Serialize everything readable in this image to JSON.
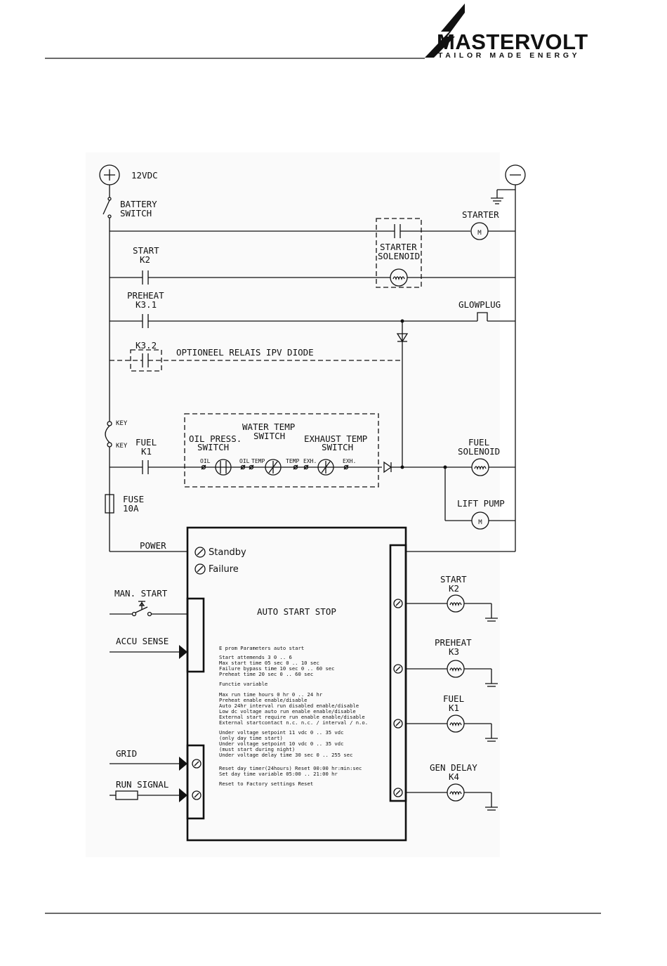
{
  "header": {
    "brand_name": "MASTERVOLT",
    "brand_tagline": "TAILOR MADE ENERGY"
  },
  "supply": {
    "plus_label": "12VDC",
    "battery_switch": [
      "BATTERY",
      "SWITCH"
    ]
  },
  "circuit": {
    "starter": "STARTER",
    "starter_solenoid": [
      "STARTER",
      "SOLENOID"
    ],
    "start_k2": [
      "START",
      "K2"
    ],
    "preheat_k31": [
      "PREHEAT",
      "K3.1"
    ],
    "glowplug": "GLOWPLUG",
    "k32": "K3.2",
    "optional_relay_note": "OPTIONEEL RELAIS IPV DIODE",
    "key_1": "KEY",
    "key_2": "KEY",
    "fuel_k1": [
      "FUEL",
      "K1"
    ],
    "water_temp_switch": [
      "WATER TEMP",
      "SWITCH"
    ],
    "oil_press_switch": [
      "OIL PRESS.",
      "SWITCH"
    ],
    "exhaust_temp_switch": [
      "EXHAUST TEMP",
      "SWITCH"
    ],
    "terminal_oil_1": "OIL",
    "terminal_oil_2": "OIL",
    "terminal_temp_1": "TEMP",
    "terminal_temp_2": "TEMP",
    "terminal_exh_1": "EXH.",
    "terminal_exh_2": "EXH.",
    "fuel_solenoid": [
      "FUEL",
      "SOLENOID"
    ],
    "lift_pump": "LIFT PUMP",
    "fuse": [
      "FUSE",
      "10A"
    ],
    "power": "POWER",
    "motor_symbol": "M"
  },
  "controller": {
    "title": "AUTO START STOP",
    "standby": "Standby",
    "failure": "Failure",
    "inputs": {
      "man_start": "MAN. START",
      "accu_sense": "ACCU SENSE",
      "grid": "GRID",
      "run_signal": "RUN SIGNAL"
    },
    "params": {
      "heading": "E prom Parameters   auto start",
      "block1": [
        "Start attemends      3       0 .. 6",
        "Max start time       05 sec  0 .. 10 sec",
        "Failure bypass time  10 sec  0 .. 60 sec",
        "Preheat time         20 sec  0 .. 60 sec"
      ],
      "function_heading": "Functie variable",
      "block2": [
        "Max run time hours              0 hr  0 .. 24 hr",
        "Preheat                          enable enable/disable",
        "Auto 24hr interval run          disabled enable/disable",
        "Low dc voltage auto run         enable enable/disable",
        "External start require run      enable enable/disable",
        "External startcontact           n.c. n.c. / interval / n.o."
      ],
      "block3": [
        "Under voltage setpoint        11 vdc    0 .. 35 vdc",
        "(only day time start)",
        "Under voltage  setpoint       10 vdc    0 .. 35 vdc",
        "(must start during night)",
        "Under voltage delay time      30 sec   0 .. 255 sec"
      ],
      "block4": [
        "Reset day timer(24hours) Reset    00:00 hr:min:sec",
        "Set day time variable            05:00 .. 21:00 hr"
      ],
      "factory_reset": "Reset to Factory settings Reset"
    }
  },
  "outputs": {
    "start_k2": [
      "START",
      "K2"
    ],
    "preheat_k3": [
      "PREHEAT",
      "K3"
    ],
    "fuel_k1": [
      "FUEL",
      "K1"
    ],
    "gen_delay_k4": [
      "GEN DELAY",
      "K4"
    ]
  },
  "colors": {
    "line": "#111111",
    "background": "#ffffff",
    "panel": "#fafafa"
  }
}
